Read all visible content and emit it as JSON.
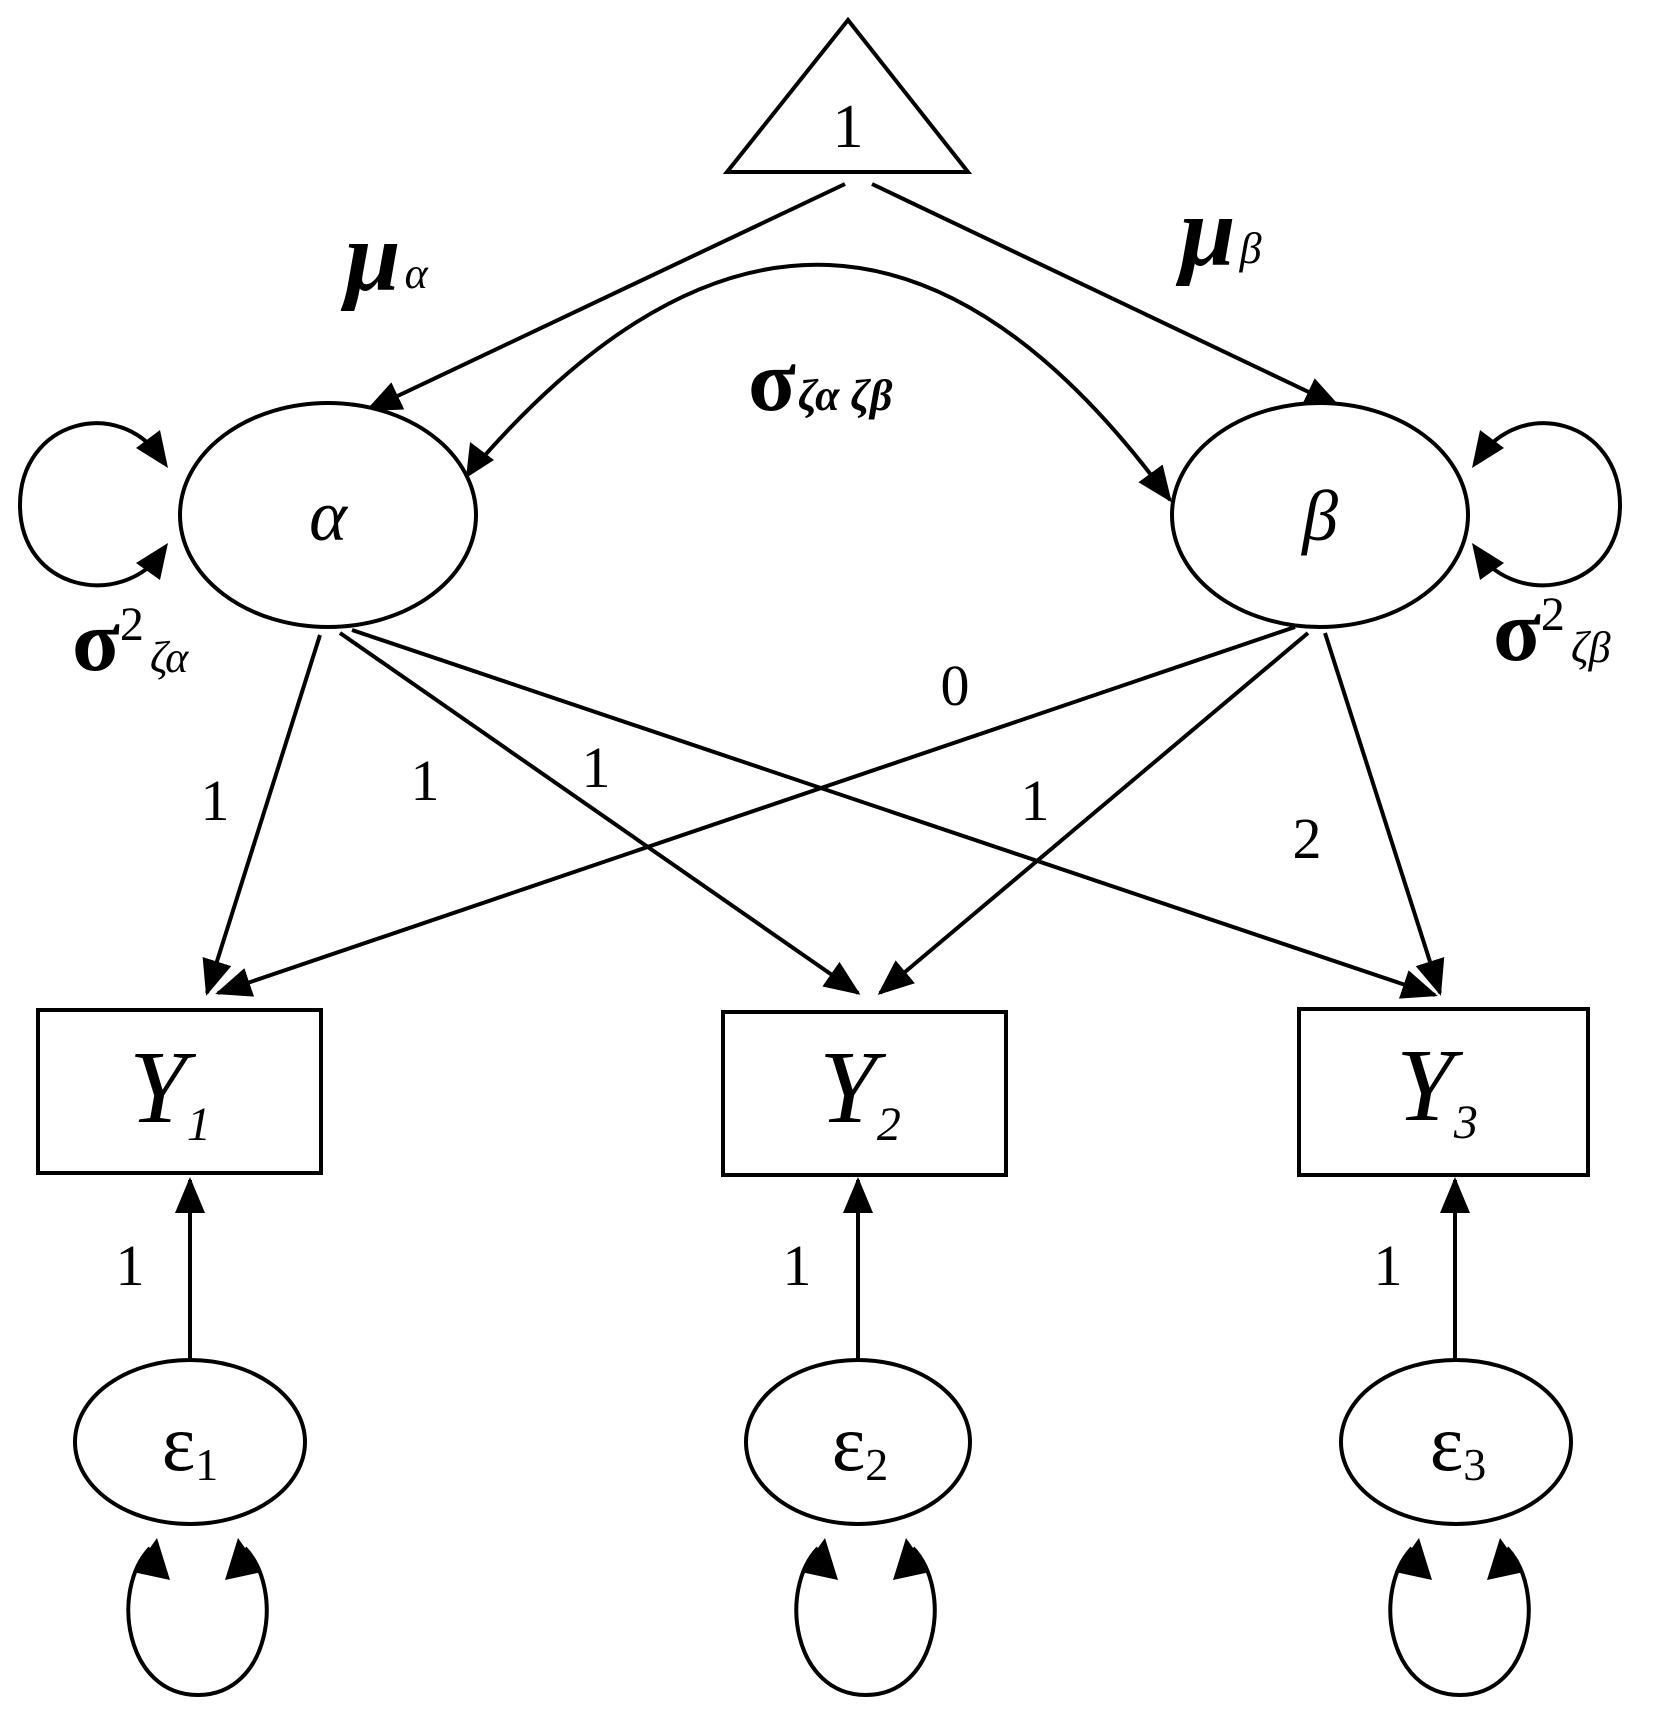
{
  "nodes": {
    "constant": {
      "label": "1"
    },
    "alpha": {
      "label": "α"
    },
    "beta": {
      "label": "β"
    },
    "y1": {
      "label": "Y",
      "sub": "1"
    },
    "y2": {
      "label": "Y",
      "sub": "2"
    },
    "y3": {
      "label": "Y",
      "sub": "3"
    },
    "e1": {
      "label": "ε",
      "sub": "1"
    },
    "e2": {
      "label": "ε",
      "sub": "2"
    },
    "e3": {
      "label": "ε",
      "sub": "3"
    }
  },
  "labels": {
    "mu_alpha": {
      "main": "μ",
      "sub": "α"
    },
    "mu_beta": {
      "main": "μ",
      "sub": "β"
    },
    "cov": {
      "main": "σ",
      "sub": "ζα ζβ"
    },
    "var_alpha": {
      "main": "σ",
      "sup": "2",
      "sub": "ζα"
    },
    "var_beta": {
      "main": "σ",
      "sup": "2",
      "sub": "ζβ"
    }
  },
  "loadings": {
    "alpha_y1": "1",
    "alpha_y2": "1",
    "alpha_y3": "1",
    "beta_y1": "0",
    "beta_y2": "1",
    "beta_y3": "2",
    "e1_y1": "1",
    "e2_y2": "1",
    "e3_y3": "1"
  }
}
